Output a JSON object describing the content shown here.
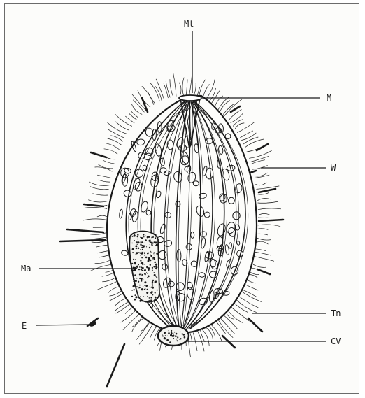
{
  "labels": {
    "mt": "Mt",
    "m": "M",
    "w": "W",
    "ma": "Ma",
    "tn": "Tn",
    "e": "E",
    "cv": "CV"
  },
  "colors": {
    "ink": "#1a1a1a",
    "paper": "#fcfcfa",
    "frame": "#6b6b6b"
  }
}
